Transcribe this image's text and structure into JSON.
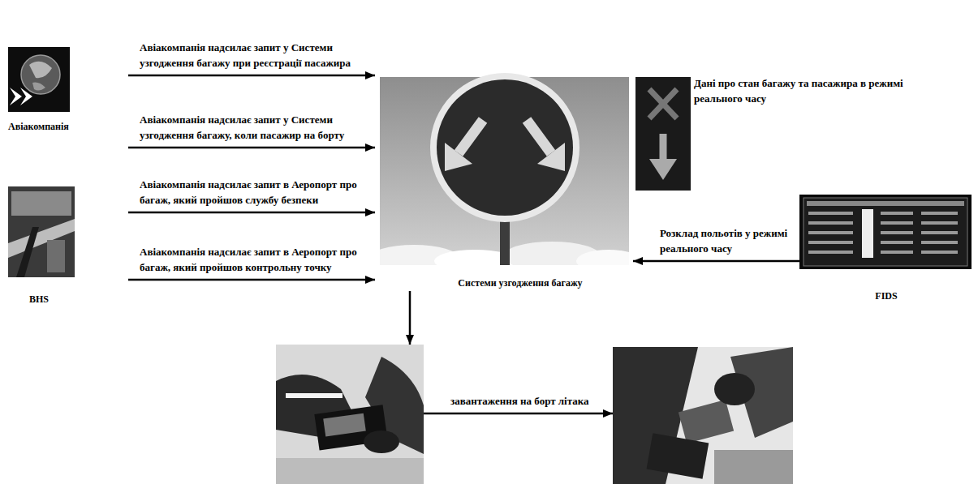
{
  "diagram": {
    "nodes": [
      {
        "text": [
          "Авіакомпанія"
        ]
      },
      {
        "text": [
          "BHS"
        ]
      },
      {
        "text": [
          "Системи узгодження багажу"
        ]
      },
      {
        "text": [
          "Дані про стан багажу та пасажира в режимі реального часу"
        ]
      },
      {
        "text": [
          "FIDS"
        ]
      },
      {
        "text": []
      },
      {
        "text": []
      }
    ],
    "edges": [
      {
        "from": 0,
        "to": 2,
        "arrow": "to",
        "label": "Авіакомпанія надсилає запит у Системи узгодження багажу при реєстрації пасажира"
      },
      {
        "from": 0,
        "to": 2,
        "arrow": "to",
        "label": "Авіакомпанія надсилає запит у Системи узгодження багажу, коли пасажир на борту"
      },
      {
        "from": 1,
        "to": 2,
        "arrow": "to",
        "label": "Авіакомпанія надсилає запит в Аеропорт про багаж, який пройшов службу безпеки"
      },
      {
        "from": 1,
        "to": 2,
        "arrow": "to",
        "label": "Авіакомпанія надсилає запит в Аеропорт про багаж, який пройшов контрольну точку"
      },
      {
        "from": 4,
        "to": 2,
        "arrow": "to",
        "label": "Розклад польотів у режимі реального часу"
      },
      {
        "from": 2,
        "to": 5,
        "arrow": "to"
      },
      {
        "from": 5,
        "to": 6,
        "arrow": "to",
        "label": "завантаження на борт літака"
      }
    ]
  }
}
